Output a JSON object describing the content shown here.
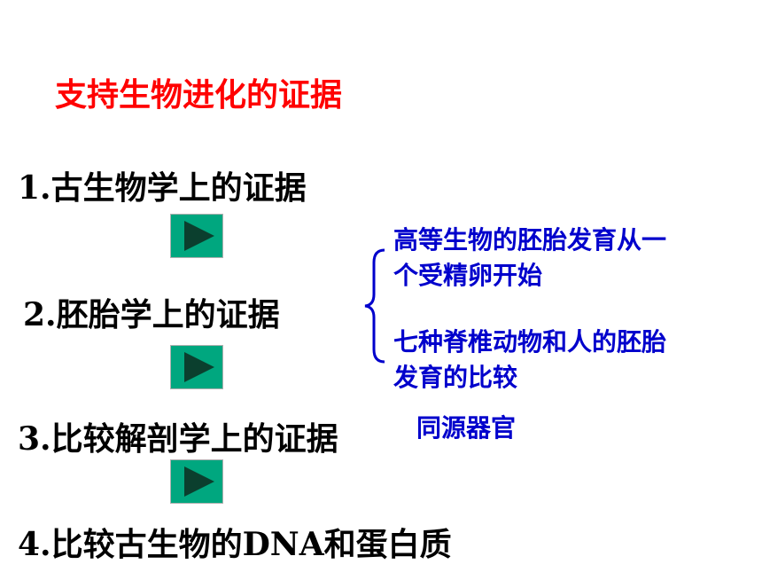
{
  "slide": {
    "title": "支持生物进化的证据",
    "items": [
      "1.古生物学上的证据",
      "2.胚胎学上的证据",
      "3.比较解剖学上的证据",
      "4.比较古生物的DNA和蛋白质"
    ],
    "notes": {
      "embryo_1_line1": "高等生物的胚胎发育从一",
      "embryo_1_line2": "个受精卵开始",
      "embryo_2_line1": "七种脊椎动物和人的胚胎",
      "embryo_2_line2": "发育的比较",
      "anatomy": "同源器官"
    }
  },
  "colors": {
    "title": "#ff0000",
    "note": "#0000cc",
    "button": "#00a77f"
  },
  "icons": [
    "play-icon",
    "curly-brace-icon"
  ]
}
